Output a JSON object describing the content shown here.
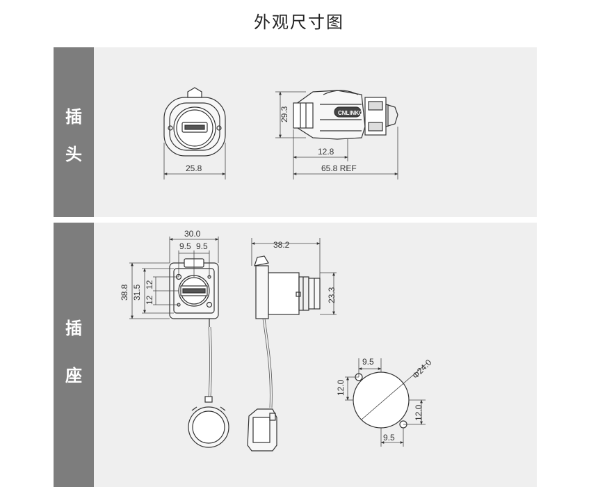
{
  "title": "外观尺寸图",
  "plug": {
    "label_chars": [
      "插",
      "头"
    ],
    "dims": {
      "front_width": "25.8",
      "side_height": "29.3",
      "side_partial": "12.8",
      "side_total": "65.8 REF"
    }
  },
  "socket": {
    "label_chars": [
      "插",
      "座"
    ],
    "dims": {
      "front_width": "30.0",
      "front_half_left": "9.5",
      "front_half_right": "9.5",
      "front_height_outer": "38.8",
      "front_height_mid": "31.5",
      "front_half_top": "12",
      "front_half_bottom": "12",
      "side_length": "38.2",
      "side_height": "23.3",
      "cutout_top": "9.5",
      "cutout_left": "12.0",
      "cutout_diameter": "Φ24.0",
      "cutout_right": "12.0",
      "cutout_bottom": "9.5"
    }
  },
  "brand_mark": "CNLINKO"
}
